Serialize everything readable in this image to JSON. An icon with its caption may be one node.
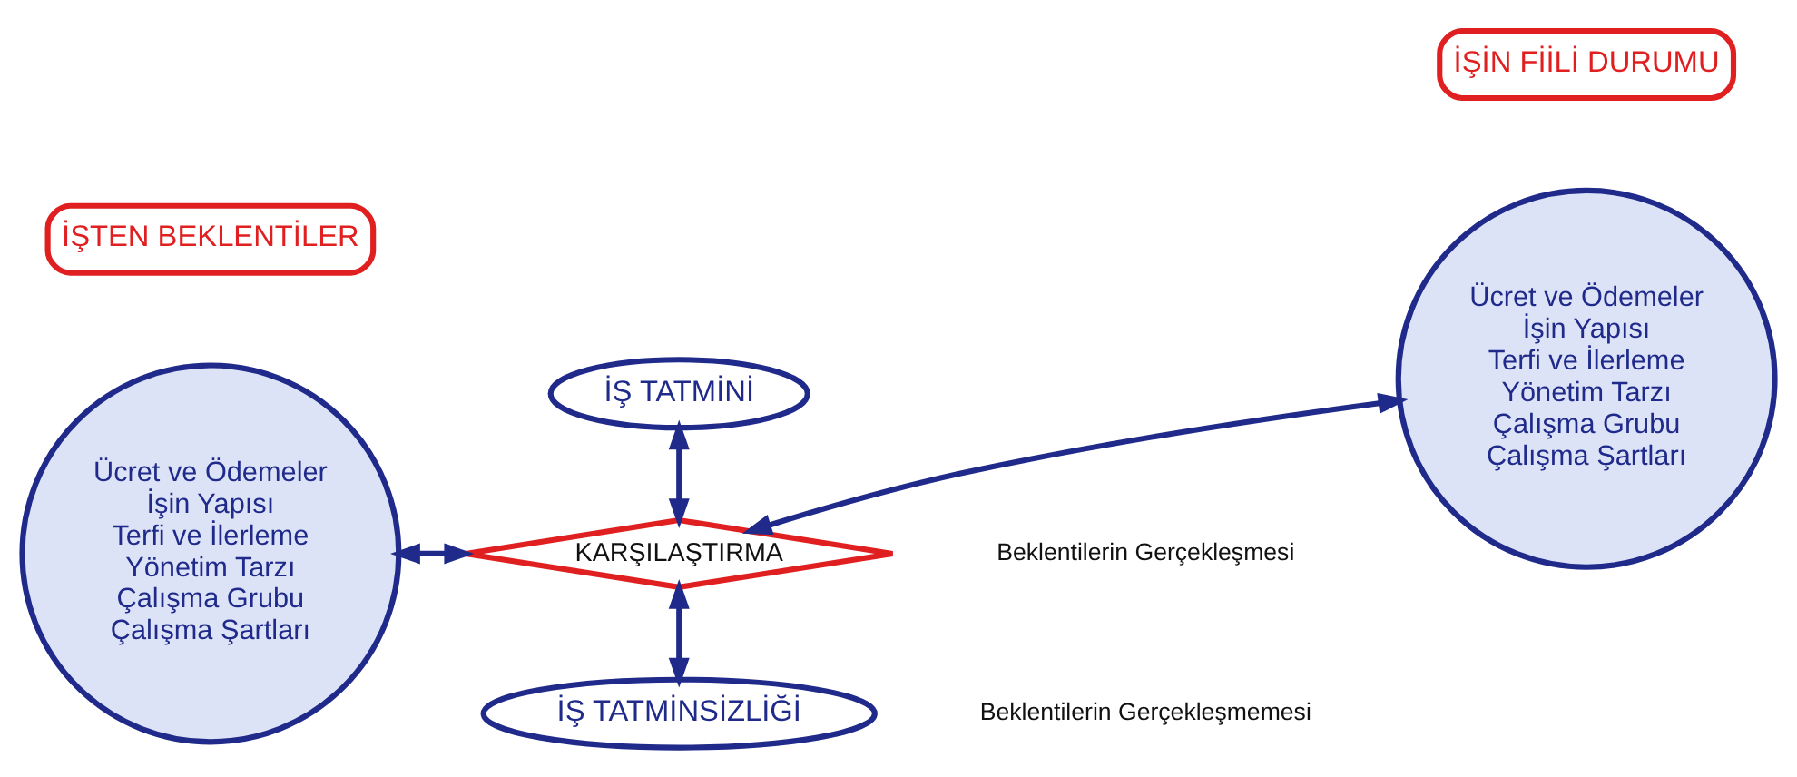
{
  "diagram": {
    "nodes": [
      {
        "text": [
          "İŞTEN BEKLENTİLER"
        ]
      },
      {
        "text": [
          "İŞİN FİİLİ DURUMU"
        ]
      },
      {
        "text": [
          "İŞ TATMİNİ"
        ]
      },
      {
        "text": [
          "Ücret ve Ödemeler",
          "İşin Yapısı",
          "Terfi ve İlerleme",
          "Yönetim Tarzı",
          "Çalışma Grubu",
          "Çalışma Şartları"
        ]
      },
      {
        "text": [
          "KARŞILAŞTIRMA"
        ]
      },
      {
        "text": [
          "Ücret ve Ödemeler",
          "İşin Yapısı",
          "Terfi ve İlerleme",
          "Yönetim Tarzı",
          "Çalışma Grubu",
          "Çalışma Şartları"
        ]
      },
      {
        "text": [
          "İŞ TATMİNSİZLİĞİ"
        ]
      }
    ],
    "edges": [
      {
        "from": 3,
        "to": 4,
        "arrow": "both"
      },
      {
        "from": 2,
        "to": 4,
        "arrow": "both"
      },
      {
        "from": 4,
        "to": 5,
        "arrow": "both"
      },
      {
        "from": 4,
        "to": 6,
        "arrow": "both"
      }
    ],
    "labels": [
      "Beklentilerin Gerçekleşmesi",
      "Beklentilerin Gerçekleşmemesi"
    ]
  }
}
